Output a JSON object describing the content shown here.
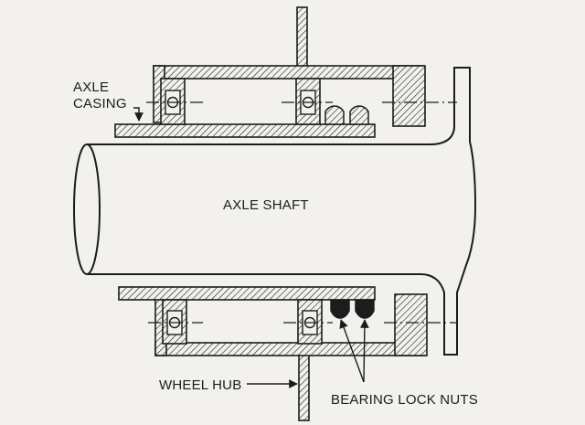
{
  "labels": {
    "axle_casing_line1": "AXLE",
    "axle_casing_line2": "CASING",
    "axle_shaft": "AXLE SHAFT",
    "wheel_hub": "WHEEL HUB",
    "bearing_lock_nuts": "BEARING LOCK NUTS"
  },
  "colors": {
    "ink": "#1c1c1c",
    "paper": "#f2f1ee"
  }
}
